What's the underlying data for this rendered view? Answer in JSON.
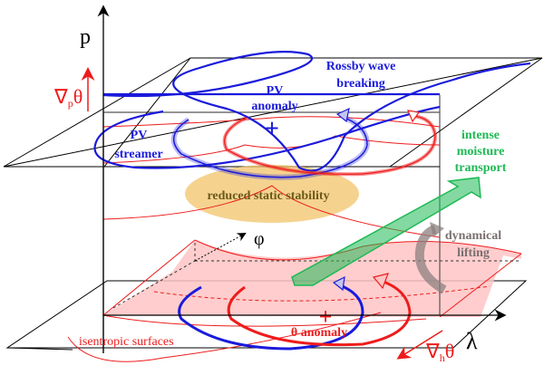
{
  "axes": {
    "vertical": "p",
    "longitude": "λ",
    "latitude": "φ"
  },
  "gradients": {
    "vertical_main": "∇",
    "vertical_sub": "p",
    "vertical_theta": "θ",
    "horizontal_main": "∇",
    "horizontal_sub": "h",
    "horizontal_theta": "θ"
  },
  "labels": {
    "rossby_line1": "Rossby wave",
    "rossby_line2": "breaking",
    "pv_anomaly_line1": "PV",
    "pv_anomaly_line2": "anomaly",
    "pv_streamer_line1": "PV",
    "pv_streamer_line2": "streamer",
    "reduced_stability": "reduced static stability",
    "moisture_line1": "intense",
    "moisture_line2": "moisture",
    "moisture_line3": "transport",
    "lifting_line1": "dynamical",
    "lifting_line2": "lifting",
    "theta_anomaly": "θ anomaly",
    "isentropic": "isentropic surfaces",
    "plus_upper": "+",
    "plus_lower": "+"
  },
  "colors": {
    "blue": "#1a1adc",
    "red": "#ee1c1c",
    "green": "#1db954",
    "orange_ellipse": "#f2c46a",
    "gray_arrow": "#8c7f7f",
    "pink_fill": "#ffc4c4"
  }
}
